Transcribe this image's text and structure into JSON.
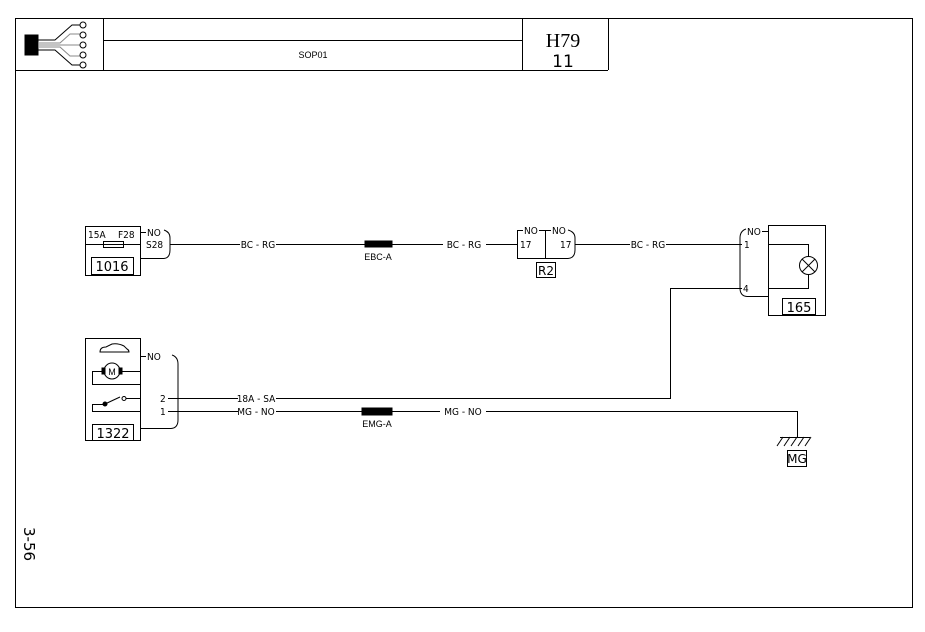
{
  "header": {
    "title": "SOP01",
    "code": "H79",
    "page": "11"
  },
  "page_ref": "3-56",
  "components": {
    "fuse": {
      "rating": "15A",
      "id": "F28",
      "ref": "1016"
    },
    "relay": {
      "ref": "R2",
      "pin_left": "17",
      "pin_right": "17"
    },
    "lamp": {
      "ref": "165",
      "pin1": "1",
      "pin4": "4"
    },
    "motor": {
      "ref": "1322",
      "pin2": "2",
      "pin1": "1"
    },
    "ground": {
      "ref": "MG"
    }
  },
  "connectors": {
    "fuse_conn": {
      "color": "NO",
      "pin": "S28"
    },
    "relay_conn_left": "NO",
    "relay_conn_right": "NO",
    "lamp_conn": "NO",
    "motor_conn": "NO"
  },
  "wires": {
    "w1a": "BC - RG",
    "w1b": "BC - RG",
    "w1c": "BC - RG",
    "w2": "18A - SA",
    "w3a": "MG - NO",
    "w3b": "MG - NO",
    "splice1": "EBC-A",
    "splice2": "EMG-A"
  }
}
